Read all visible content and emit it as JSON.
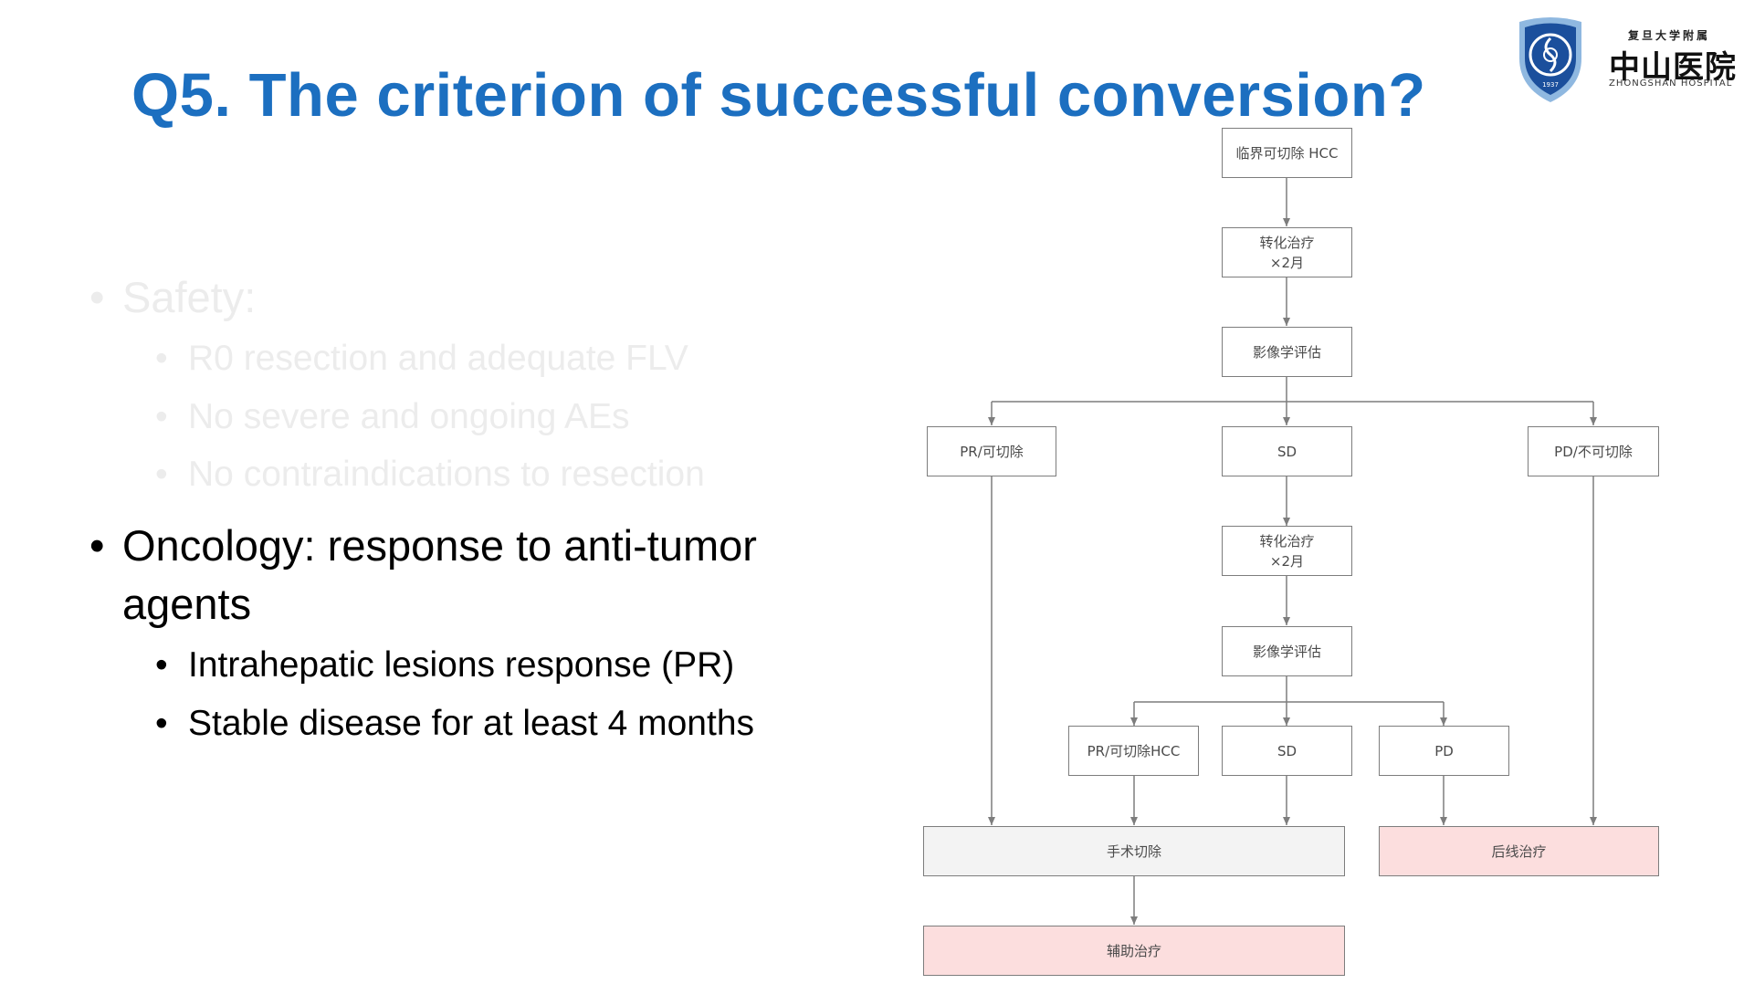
{
  "slide": {
    "title": "Q5. The criterion of successful conversion?"
  },
  "logo": {
    "university": "复旦大学附属",
    "hospital_cn": "中山医院",
    "hospital_en": "ZHONGSHAN HOSPITAL",
    "year": "1937",
    "colors": {
      "shield_outer": "#8fb8e0",
      "shield_inner": "#1b4f9c"
    }
  },
  "bullets": {
    "safety": {
      "heading": "Safety:",
      "items": [
        "R0 resection and adequate FLV",
        "No severe and ongoing AEs",
        "No contraindications to resection"
      ]
    },
    "oncology": {
      "heading_line1": "Oncology: response to anti-tumor",
      "heading_line2": "agents",
      "items": [
        "Intrahepatic lesions response (PR)",
        "Stable disease for at least 4 months"
      ]
    },
    "bullet_char": "•"
  },
  "flowchart": {
    "start": "临界可切除 HCC",
    "conversion1": {
      "line1": "转化治疗",
      "line2": "×2月"
    },
    "imaging1": "影像学评估",
    "pr_resectable": "PR/可切除",
    "sd1": "SD",
    "pd_unresectable": "PD/不可切除",
    "conversion2": {
      "line1": "转化治疗",
      "line2": "×2月"
    },
    "imaging2": "影像学评估",
    "pr_resectable_hcc": "PR/可切除HCC",
    "sd2": "SD",
    "pd2": "PD",
    "surgery": "手术切除",
    "later_line": "后线治疗",
    "adjuvant": "辅助治疗",
    "colors": {
      "title": "#1c6fc0",
      "pink_box": "#fcdede",
      "gray_box": "#f3f3f3",
      "line": "#7d7d7d"
    }
  }
}
